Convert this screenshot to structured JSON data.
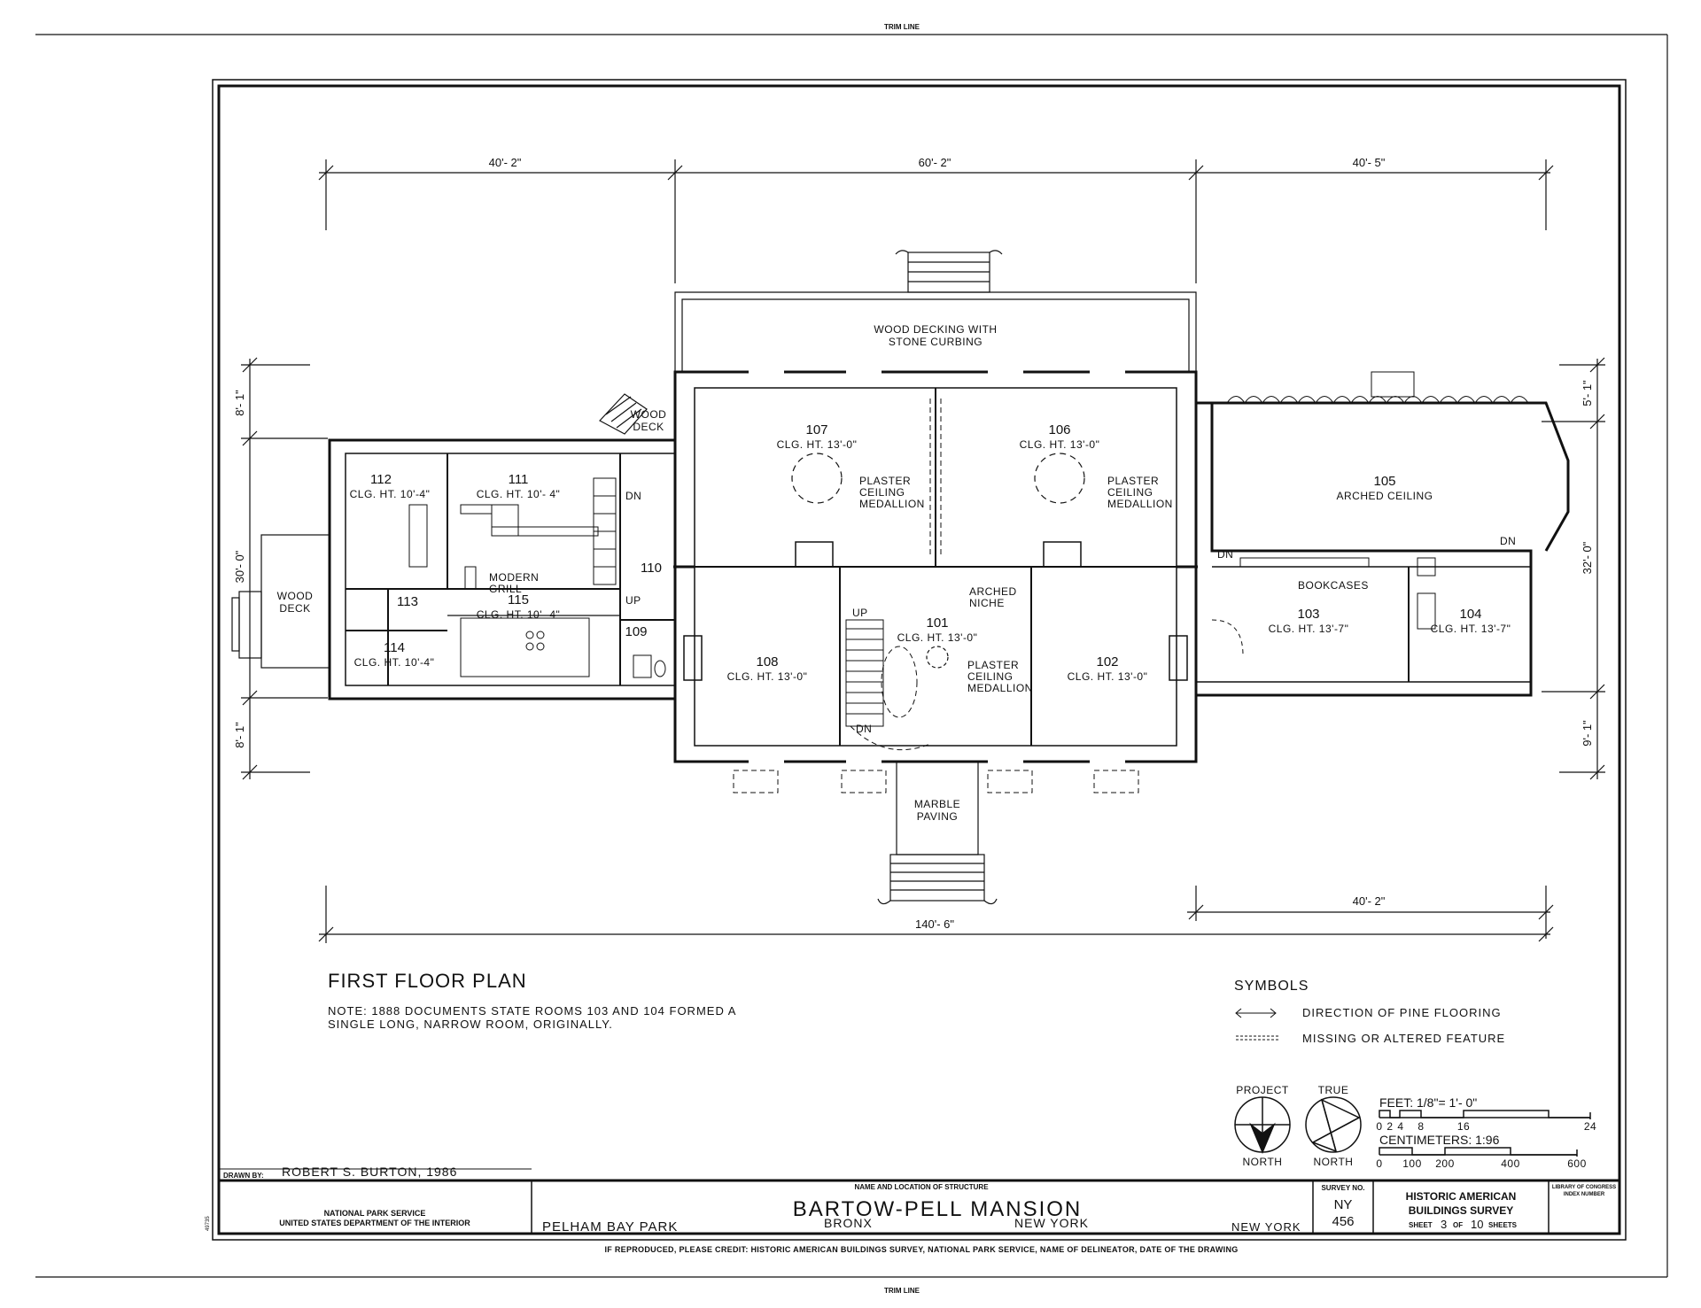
{
  "trim_line": "TRIM LINE",
  "title": "FIRST FLOOR PLAN",
  "note": {
    "line1": "NOTE: 1888 DOCUMENTS STATE ROOMS 103 AND 104 FORMED A",
    "line2": "SINGLE LONG, NARROW ROOM, ORIGINALLY."
  },
  "dimensions": {
    "top_left": "40'- 2\"",
    "top_mid": "60'- 2\"",
    "top_right": "40'- 5\"",
    "bottom_right": "40'- 2\"",
    "overall": "140'- 6\"",
    "left_top": "8'- 1\"",
    "left_mid": "30'- 0\"",
    "left_bot": "8'- 1\"",
    "right_top": "5'- 1\"",
    "right_mid": "32'- 0\"",
    "right_bot": "9'- 1\""
  },
  "rooms": [
    {
      "id": "r101",
      "number": "101",
      "ceiling": "CLG. HT. 13'-0\""
    },
    {
      "id": "r102",
      "number": "102",
      "ceiling": "CLG. HT. 13'-0\""
    },
    {
      "id": "r103",
      "number": "103",
      "ceiling": "CLG. HT. 13'-7\""
    },
    {
      "id": "r104",
      "number": "104",
      "ceiling": "CLG. HT. 13'-7\""
    },
    {
      "id": "r105",
      "number": "105",
      "ceiling": "ARCHED CEILING"
    },
    {
      "id": "r106",
      "number": "106",
      "ceiling": "CLG. HT. 13'-0\""
    },
    {
      "id": "r107",
      "number": "107",
      "ceiling": "CLG. HT. 13'-0\""
    },
    {
      "id": "r108",
      "number": "108",
      "ceiling": "CLG. HT. 13'-0\""
    },
    {
      "id": "r109",
      "number": "109",
      "ceiling": ""
    },
    {
      "id": "r110",
      "number": "110",
      "ceiling": ""
    },
    {
      "id": "r111",
      "number": "111",
      "ceiling": "CLG. HT. 10'- 4\""
    },
    {
      "id": "r112",
      "number": "112",
      "ceiling": "CLG. HT. 10'-4\""
    },
    {
      "id": "r113",
      "number": "113",
      "ceiling": ""
    },
    {
      "id": "r114",
      "number": "114",
      "ceiling": "CLG. HT. 10'-4\""
    },
    {
      "id": "r115",
      "number": "115",
      "ceiling": "CLG. HT. 10'- 4\""
    }
  ],
  "annotations": {
    "wood_decking_1": "WOOD DECKING WITH",
    "wood_decking_2": "STONE CURBING",
    "wood_deck_a1": "WOOD",
    "wood_deck_a2": "DECK",
    "wood_deck_b1": "WOOD",
    "wood_deck_b2": "DECK",
    "plaster": "PLASTER",
    "ceiling": "CEILING",
    "medallion": "MEDALLION",
    "modern": "MODERN",
    "grill": "GRILL",
    "arched": "ARCHED",
    "niche": "NICHE",
    "bookcases": "BOOKCASES",
    "marble": "MARBLE",
    "paving": "PAVING",
    "up": "UP",
    "dn": "DN"
  },
  "symbols": {
    "heading": "SYMBOLS",
    "pine": "DIRECTION OF PINE FLOORING",
    "missing": "MISSING OR ALTERED FEATURE"
  },
  "north": {
    "project": "PROJECT",
    "true": "TRUE",
    "north": "NORTH"
  },
  "scale": {
    "feet_label": "FEET: 1/8\"= 1'- 0\"",
    "feet_ticks": [
      "0",
      "2",
      "4",
      "8",
      "16",
      "24"
    ],
    "cm_label": "CENTIMETERS: 1:96",
    "cm_ticks": [
      "0",
      "100",
      "200",
      "400",
      "600"
    ]
  },
  "title_block": {
    "drawn_by_label": "DRAWN BY:",
    "drawn_by": "ROBERT S. BURTON, 1986",
    "nps_1": "NATIONAL PARK SERVICE",
    "nps_2": "UNITED STATES DEPARTMENT OF THE INTERIOR",
    "name_location_label": "NAME AND LOCATION OF STRUCTURE",
    "structure": "BARTOW-PELL MANSION",
    "park": "PELHAM BAY PARK",
    "borough": "BRONX",
    "city": "NEW YORK",
    "state": "NEW YORK",
    "survey_no_label": "SURVEY NO.",
    "survey_state": "NY",
    "survey_number": "456",
    "habs_1": "HISTORIC AMERICAN",
    "habs_2": "BUILDINGS SURVEY",
    "sheet_label": "SHEET",
    "sheet_num": "3",
    "of_label": "OF",
    "sheet_total": "10",
    "sheets_label": "SHEETS",
    "loc_1": "LIBRARY OF CONGRESS",
    "loc_2": "INDEX NUMBER",
    "credit": "IF REPRODUCED, PLEASE CREDIT: HISTORIC AMERICAN BUILDINGS SURVEY, NATIONAL PARK SERVICE, NAME OF DELINEATOR, DATE OF THE DRAWING",
    "side_number": "49735"
  }
}
